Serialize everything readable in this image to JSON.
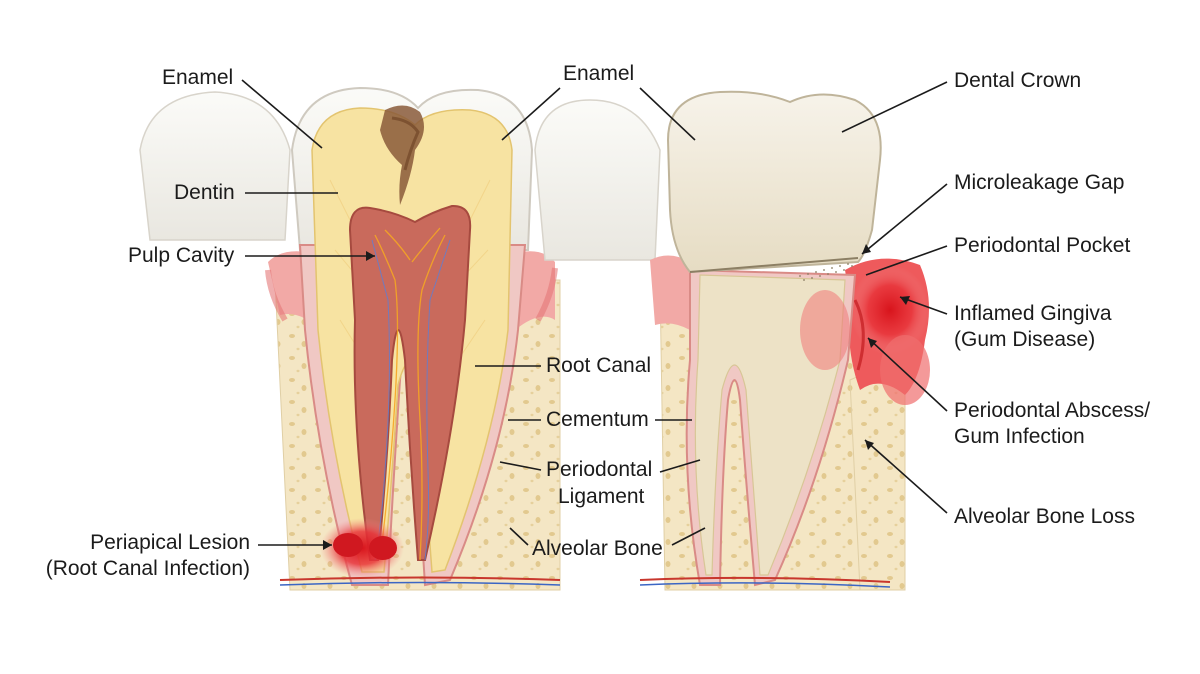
{
  "labels": {
    "enamel_left": "Enamel",
    "enamel_center": "Enamel",
    "dentin": "Dentin",
    "pulp_cavity": "Pulp Cavity",
    "periapical_1": "Periapical Lesion",
    "periapical_2": "(Root Canal Infection)",
    "root_canal": "Root Canal",
    "cementum": "Cementum",
    "periodontal_ligament_1": "Periodontal",
    "periodontal_ligament_2": "Ligament",
    "alveolar_bone": "Alveolar Bone",
    "dental_crown": "Dental Crown",
    "microleakage_gap": "Microleakage Gap",
    "periodontal_pocket": "Periodontal Pocket",
    "inflamed_gingiva_1": "Inflamed Gingiva",
    "inflamed_gingiva_2": "(Gum Disease)",
    "periodontal_abscess_1": "Periodontal Abscess/",
    "periodontal_abscess_2": "Gum Infection",
    "alveolar_bone_loss": "Alveolar Bone Loss"
  },
  "colors": {
    "enamel": "#f3f1ec",
    "dentin": "#f7e3a2",
    "pulp": "#c96a5c",
    "bone": "#f4e6c4",
    "gum": "#f2a9a6",
    "inflammation": "#e5252a",
    "decay": "#8a5a3a",
    "crown": "#efe7d4"
  }
}
